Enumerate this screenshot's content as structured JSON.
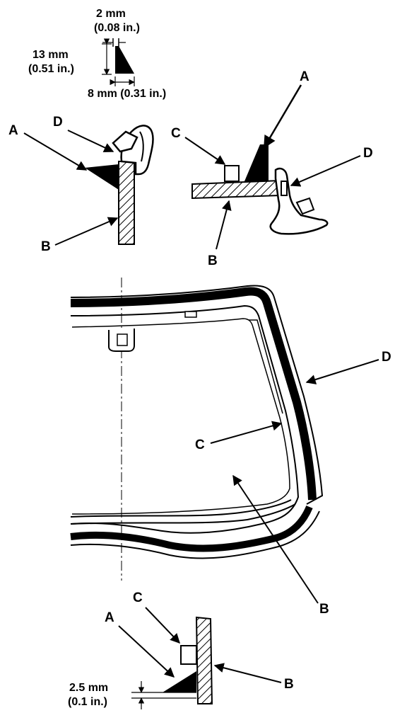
{
  "dimensions": {
    "width_mm": "2 mm",
    "width_in": "(0.08 in.)",
    "height_mm": "13 mm",
    "height_in": "(0.51 in.)",
    "base_mm": "8 mm (0.31 in.)",
    "gap_mm": "2.5 mm",
    "gap_in": "(0.1 in.)"
  },
  "callouts": {
    "detail1": {
      "a": "A",
      "b": "B",
      "d": "D"
    },
    "detail2": {
      "a": "A",
      "b": "B",
      "c": "C",
      "d": "D"
    },
    "main": {
      "b": "B",
      "c": "C",
      "d": "D"
    },
    "detail3": {
      "a": "A",
      "b": "B",
      "c": "C"
    }
  }
}
